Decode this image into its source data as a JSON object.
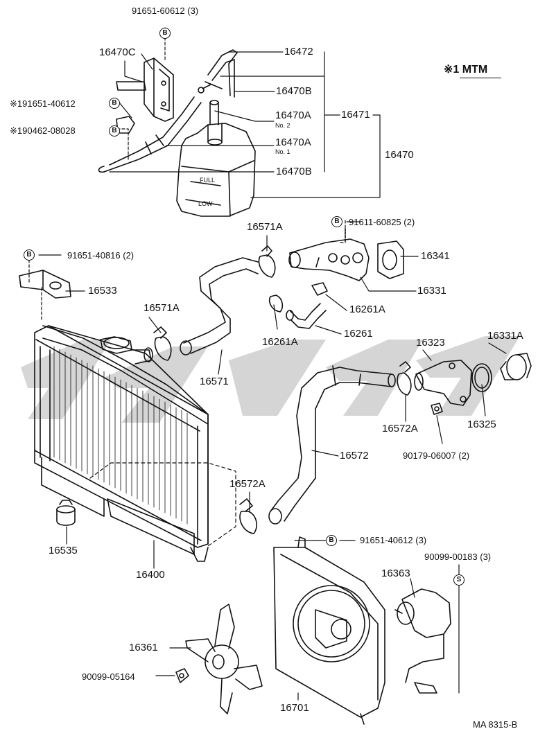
{
  "legend": {
    "mark": "※1 MTM"
  },
  "footer": {
    "code": "MA 8315-B"
  },
  "symbols": {
    "b": "B",
    "s": "S"
  },
  "labels": {
    "p91651_60612_3_top": "91651-60612 (3)",
    "p16470C": "16470C",
    "p16472": "16472",
    "p16470B_top": "16470B",
    "p191651_40612": "※191651-40612",
    "p190462_08028": "※190462-08028",
    "p16470A_no2": "16470A",
    "no2": "No. 2",
    "p16471": "16471",
    "p16470": "16470",
    "p16470A_no1": "16470A",
    "no1": "No. 1",
    "p16470B_bot": "16470B",
    "full": "FULL",
    "low": "LOW",
    "p16571A_top": "16571A",
    "p91611_60825": "91611-60825 (2)",
    "p16341": "16341",
    "p91651_40816": "91651-40816 (2)",
    "p16533": "16533",
    "p16331": "16331",
    "p16571A_left": "16571A",
    "p16261A_right": "16261A",
    "p16261A_left": "16261A",
    "p16261": "16261",
    "p16323": "16323",
    "p16331A": "16331A",
    "p16571": "16571",
    "p16572A_right": "16572A",
    "p16325": "16325",
    "p90179_06007": "90179-06007 (2)",
    "p16572": "16572",
    "p16572A_left": "16572A",
    "p16535": "16535",
    "p91651_40612_3": "91651-40612 (3)",
    "p90099_00183": "90099-00183 (3)",
    "p16400": "16400",
    "p16363": "16363",
    "p16361": "16361",
    "p90099_05164": "90099-05164",
    "p16701": "16701"
  }
}
